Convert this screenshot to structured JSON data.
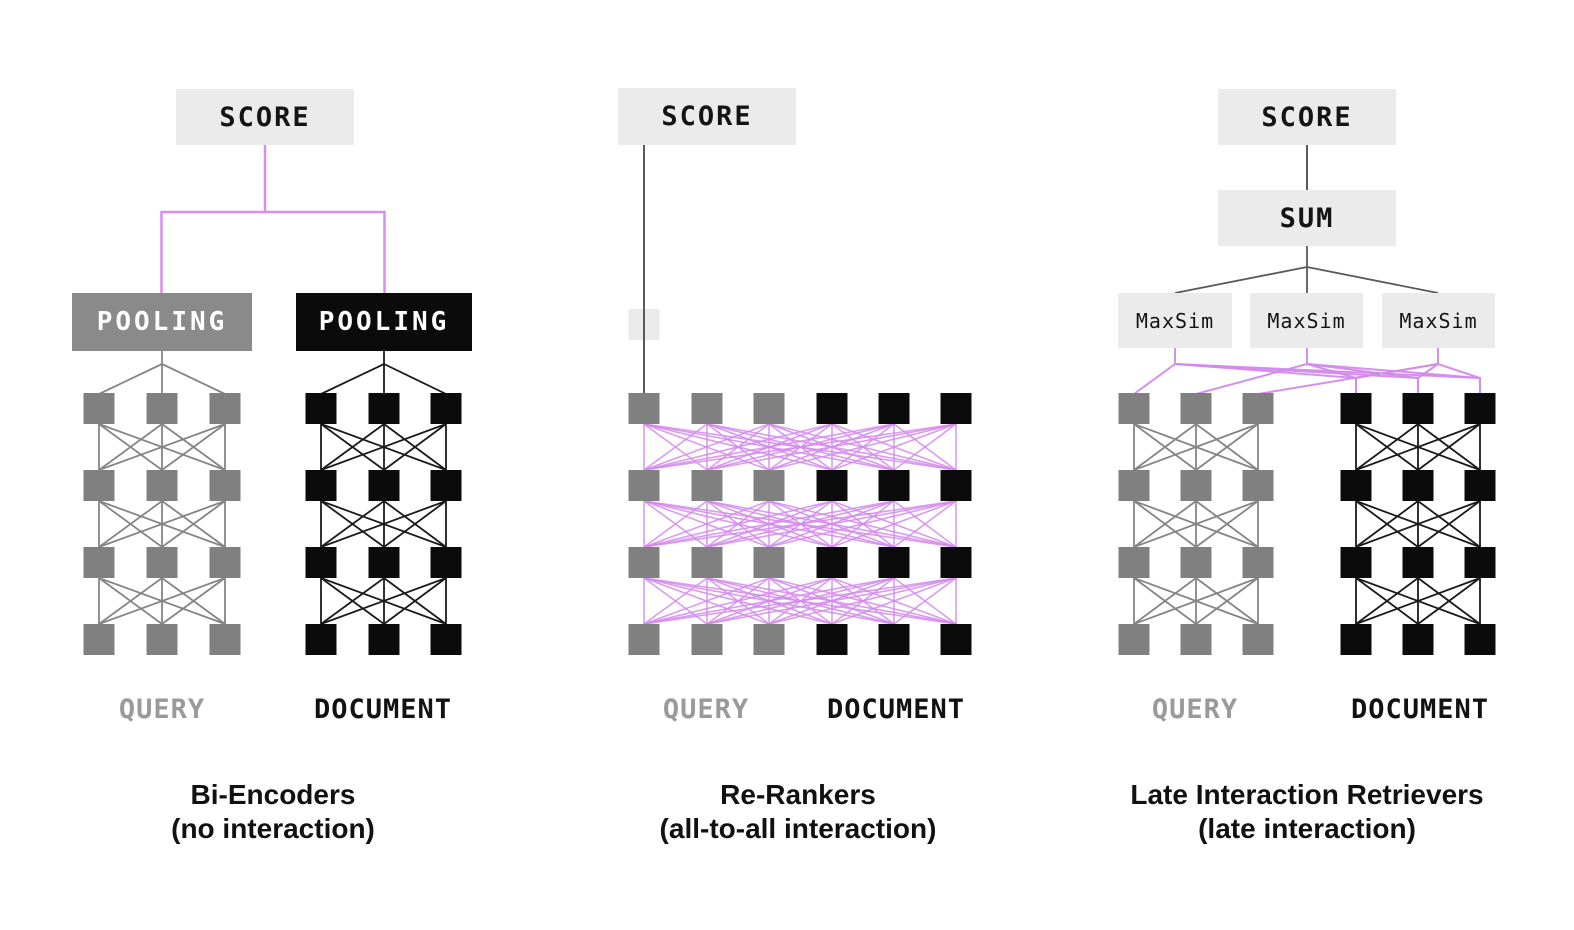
{
  "panels": [
    {
      "score_label": "SCORE",
      "pooling_query_label": "POOLING",
      "pooling_document_label": "POOLING",
      "query_label": "QUERY",
      "document_label": "DOCUMENT",
      "caption_line1": "Bi-Encoders",
      "caption_line2": "(no interaction)"
    },
    {
      "score_label": "SCORE",
      "query_label": "QUERY",
      "document_label": "DOCUMENT",
      "caption_line1": "Re-Rankers",
      "caption_line2": "(all-to-all interaction)"
    },
    {
      "score_label": "SCORE",
      "sum_label": "SUM",
      "maxsim_labels": [
        "MaxSim",
        "MaxSim",
        "MaxSim"
      ],
      "query_label": "QUERY",
      "document_label": "DOCUMENT",
      "caption_line1": "Late Interaction Retrievers",
      "caption_line2": "(late interaction)"
    }
  ],
  "structure": {
    "query_token_columns": 3,
    "document_token_columns": 3,
    "encoder_layers_rows": 4
  },
  "colors": {
    "background": "#ffffff",
    "box_light": "#ebebeb",
    "box_gray": "#8a8a8a",
    "box_black": "#0b0b0b",
    "token_gray": "#808080",
    "token_black": "#0b0b0b",
    "line_gray": "#858585",
    "line_black": "#1a1a1a",
    "line_neutral": "#5a5a5a",
    "line_purple": "#d38aec",
    "query_label_color": "#9a9a9a",
    "document_label_color": "#121212"
  }
}
